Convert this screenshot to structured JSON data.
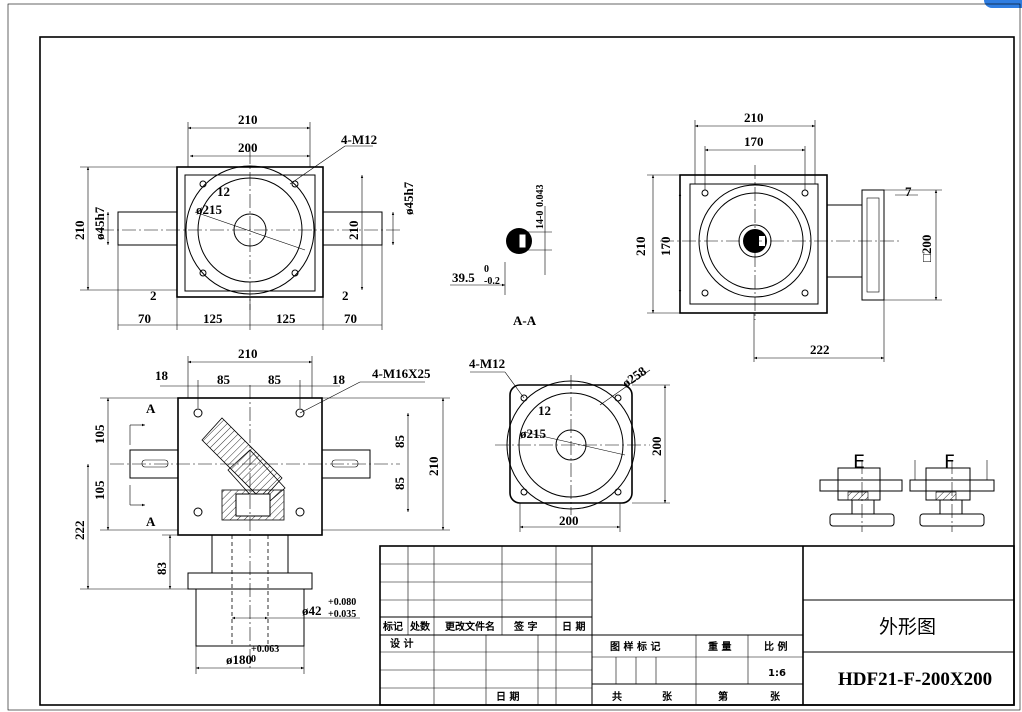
{
  "corner_widget_color": "#2f7de1",
  "top_view": {
    "width_total": "210",
    "bolt_span": "200",
    "bolts": "4-M12",
    "offset": "12",
    "pcd": "ø215",
    "shaft_left": "ø45h7",
    "shaft_right": "ø45h7",
    "height_left": "210",
    "height_right": "210",
    "gap_left": "2",
    "gap_right": "2",
    "ext_left": "70",
    "half_left": "125",
    "half_right": "125",
    "ext_right": "70"
  },
  "section_aa": {
    "key_dim": "14-0",
    "key_tol": "0.043",
    "depth_main": "39.5",
    "depth_tol_upper": "0",
    "depth_tol_lower": "-0.2",
    "label": "A-A"
  },
  "side_view": {
    "width_total": "210",
    "inner": "170",
    "height_total": "210",
    "height_inner": "170",
    "flange_thk": "7",
    "flange_sq": "□200",
    "length": "222"
  },
  "front_view": {
    "width_total": "210",
    "left_edge": "18",
    "half_left": "85",
    "half_right": "85",
    "right_edge": "18",
    "bolts": "4-M16X25",
    "section_mark_top": "A",
    "section_mark_bottom": "A",
    "upper": "105",
    "lower": "105",
    "right_upper": "85",
    "right_lower": "85",
    "height_total": "210",
    "overall": "222",
    "flange_h": "83",
    "shaft_dia": "ø42",
    "shaft_tol_upper": "+0.080",
    "shaft_tol_lower": "+0.035",
    "flange_dia": "ø180",
    "flange_tol_upper": "+0.063",
    "flange_tol_lower": "0"
  },
  "flange_view": {
    "bolts": "4-M12",
    "outer_dia": "ø258",
    "offset": "12",
    "pcd": "ø215",
    "width": "200",
    "height": "200"
  },
  "mount_views": {
    "label_e": "E",
    "label_f": "F"
  },
  "title_block": {
    "rev_headers": [
      "标记",
      "处数",
      "更改文件名",
      "签  字",
      "日  期"
    ],
    "design": "设  计",
    "date": "日  期",
    "marks_header": "图  样  标  记",
    "weight_header": "重  量",
    "scale_header": "比  例",
    "scale_value": "1:6",
    "total_sheets": "共",
    "sheet_unit1": "张",
    "sheet_no": "第",
    "sheet_unit2": "张",
    "drawing_title": "外形图",
    "drawing_number": "HDF21-F-200X200"
  }
}
